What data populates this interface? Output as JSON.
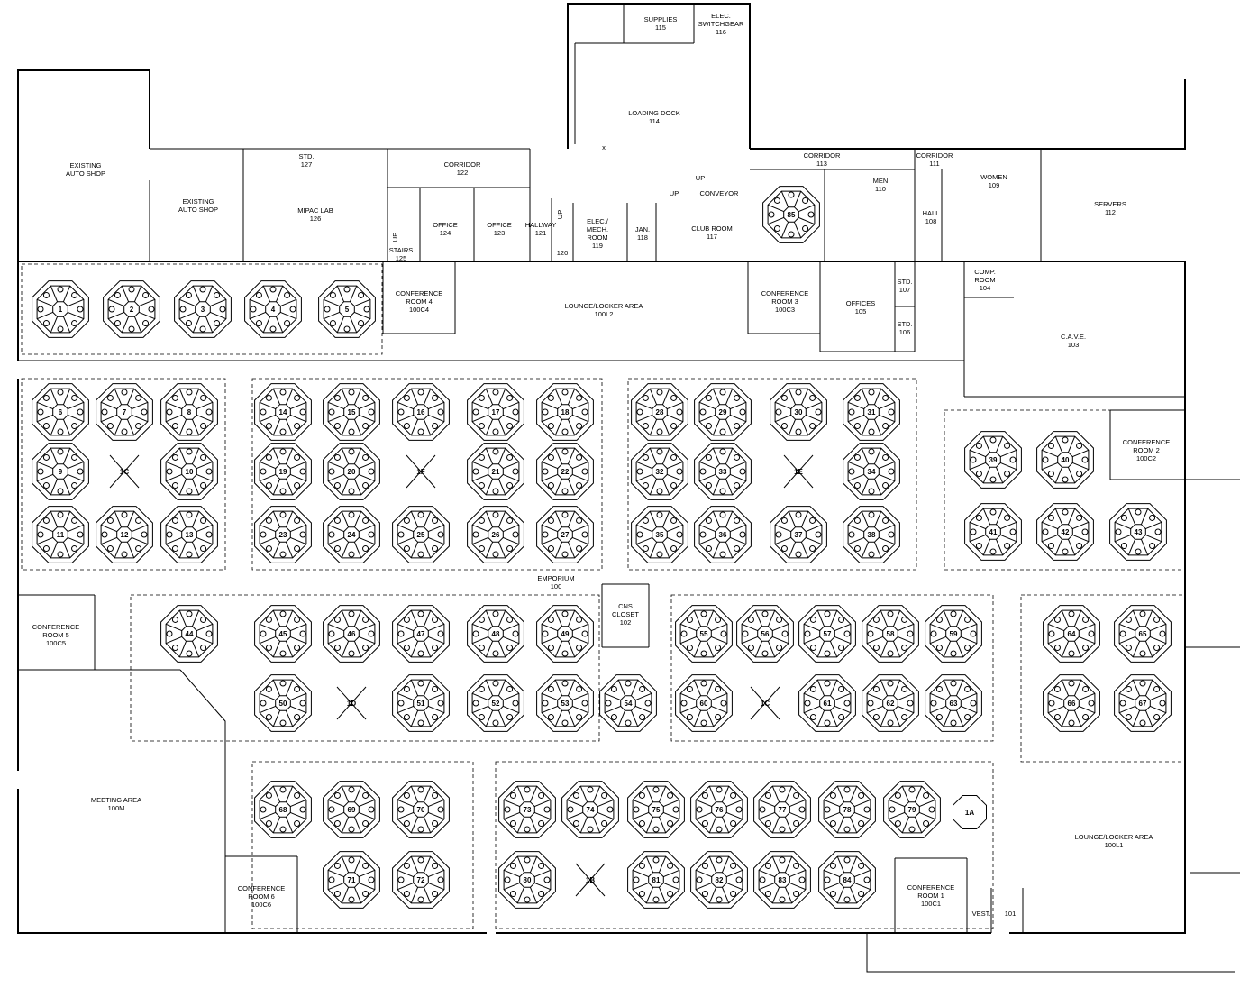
{
  "rooms": {
    "supplies": [
      "SUPPLIES",
      "115"
    ],
    "elec_switchgear": [
      "ELEC.",
      "SWITCHGEAR",
      "116"
    ],
    "loading_dock": [
      "LOADING DOCK",
      "114"
    ],
    "existing_auto_shop_1": [
      "EXISTING",
      "AUTO SHOP"
    ],
    "existing_auto_shop_2": [
      "EXISTING",
      "AUTO SHOP"
    ],
    "std_127": [
      "STD.",
      "127"
    ],
    "mipac_lab": [
      "MIPAC LAB",
      "126"
    ],
    "corridor_122": [
      "CORRIDOR",
      "122"
    ],
    "office_124": [
      "OFFICE",
      "124"
    ],
    "office_123": [
      "OFFICE",
      "123"
    ],
    "stairs_125": [
      "STAIRS",
      "125"
    ],
    "hallway_121": [
      "HALLWAY",
      "121"
    ],
    "room_120": [
      "120"
    ],
    "elec_mech_room": [
      "ELEC./",
      "MECH.",
      "ROOM",
      "119"
    ],
    "jan_118": [
      "JAN.",
      "118"
    ],
    "club_room": [
      "CLUB ROOM",
      "117"
    ],
    "conveyor": [
      "CONVEYOR"
    ],
    "corridor_113": [
      "CORRIDOR",
      "113"
    ],
    "corridor_111": [
      "CORRIDOR",
      "111"
    ],
    "men": [
      "MEN",
      "110"
    ],
    "hall_108": [
      "HALL",
      "108"
    ],
    "women": [
      "WOMEN",
      "109"
    ],
    "servers": [
      "SERVERS",
      "112"
    ],
    "conference_4": [
      "CONFERENCE",
      "ROOM 4",
      "100C4"
    ],
    "lounge_100l2": [
      "LOUNGE/LOCKER AREA",
      "100L2"
    ],
    "conference_3": [
      "CONFERENCE",
      "ROOM 3",
      "100C3"
    ],
    "offices_105": [
      "OFFICES",
      "105"
    ],
    "std_107": [
      "STD.",
      "107"
    ],
    "std_106": [
      "STD.",
      "106"
    ],
    "comp_room": [
      "COMP.",
      "ROOM",
      "104"
    ],
    "cave": [
      "C.A.V.E.",
      "103"
    ],
    "conference_2": [
      "CONFERENCE",
      "ROOM 2",
      "100C2"
    ],
    "emporium": [
      "EMPORIUM",
      "100"
    ],
    "cns_closet": [
      "CNS",
      "CLOSET",
      "102"
    ],
    "conference_5": [
      "CONFERENCE",
      "ROOM 5",
      "100C5"
    ],
    "meeting_area": [
      "MEETING AREA",
      "100M"
    ],
    "conference_6": [
      "CONFERENCE",
      "ROOM 6",
      "100C6"
    ],
    "conference_1": [
      "CONFERENCE",
      "ROOM 1",
      "100C1"
    ],
    "vest": [
      "VEST."
    ],
    "room_101": [
      "101"
    ],
    "lounge_100l1": [
      "LOUNGE/LOCKER AREA",
      "100L1"
    ]
  },
  "markers": {
    "up_a": "UP",
    "up_b": "UP",
    "up_c": "UP",
    "up_d": "UP",
    "x_mark": "x"
  },
  "pods": [
    "1",
    "2",
    "3",
    "4",
    "5",
    "6",
    "7",
    "8",
    "9",
    "10",
    "11",
    "12",
    "13",
    "14",
    "15",
    "16",
    "17",
    "18",
    "19",
    "20",
    "21",
    "22",
    "23",
    "24",
    "25",
    "26",
    "27",
    "28",
    "29",
    "30",
    "31",
    "32",
    "33",
    "34",
    "35",
    "36",
    "37",
    "38",
    "39",
    "40",
    "41",
    "42",
    "43",
    "44",
    "45",
    "46",
    "47",
    "48",
    "49",
    "50",
    "51",
    "52",
    "53",
    "54",
    "55",
    "56",
    "57",
    "58",
    "59",
    "60",
    "61",
    "62",
    "63",
    "64",
    "65",
    "66",
    "67",
    "68",
    "69",
    "70",
    "71",
    "72",
    "73",
    "74",
    "75",
    "76",
    "77",
    "78",
    "79",
    "80",
    "81",
    "82",
    "83",
    "84",
    "85"
  ],
  "x_stations": [
    "1C",
    "1F",
    "1E",
    "1D",
    "1C",
    "1B"
  ],
  "special_pod": "1A"
}
